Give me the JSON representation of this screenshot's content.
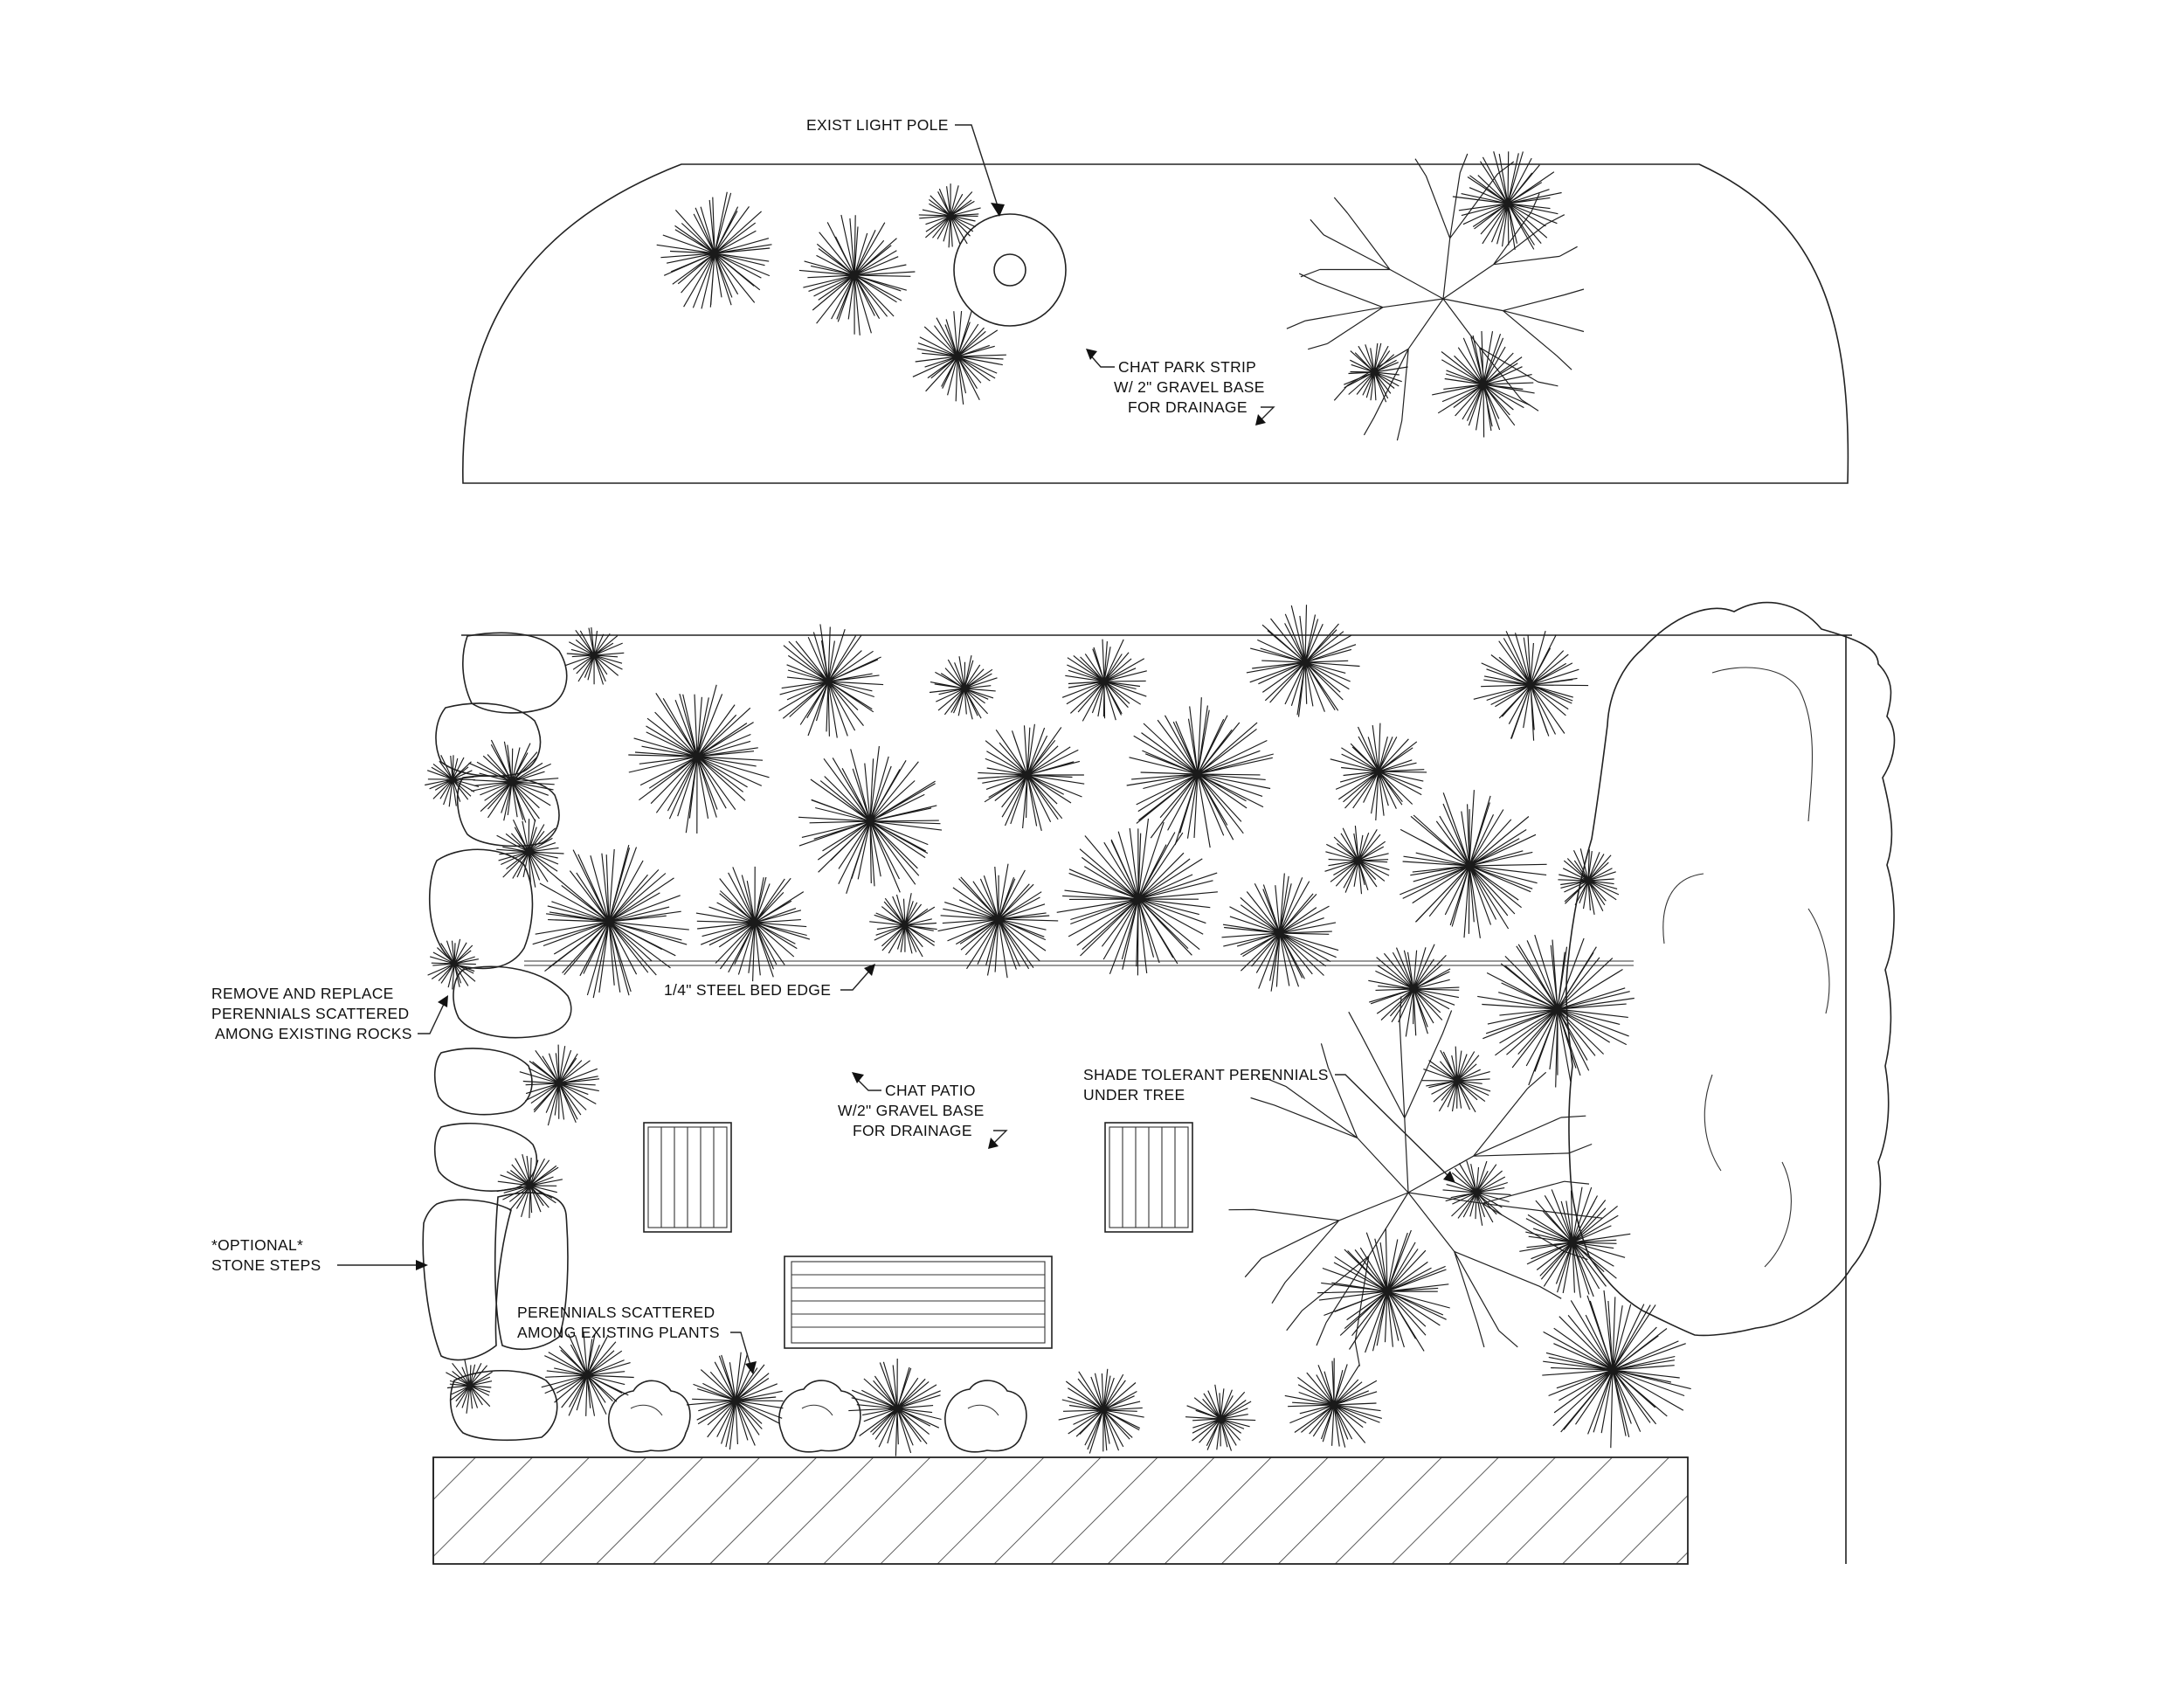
{
  "plan": {
    "title": "",
    "labels": {
      "light_pole": "EXIST LIGHT POLE",
      "park_strip": [
        "CHAT PARK STRIP",
        "W/ 2\" GRAVEL BASE",
        "FOR DRAINAGE"
      ],
      "bed_edge": "1/4\" STEEL BED EDGE",
      "remove_replace": [
        "REMOVE AND REPLACE",
        "PERENNIALS SCATTERED",
        "AMONG EXISTING ROCKS"
      ],
      "chat_patio": [
        "CHAT PATIO",
        "W/2\" GRAVEL BASE",
        "FOR DRAINAGE"
      ],
      "shade_perennials": [
        "SHADE TOLERANT PERENNIALS",
        "UNDER TREE"
      ],
      "stone_steps": [
        "*OPTIONAL*",
        "STONE STEPS"
      ],
      "perennials_plants": [
        "PERENNIALS SCATTERED",
        "AMONG EXISTING PLANTS"
      ]
    },
    "colors": {
      "ink": "#222222",
      "paper": "#ffffff"
    }
  }
}
